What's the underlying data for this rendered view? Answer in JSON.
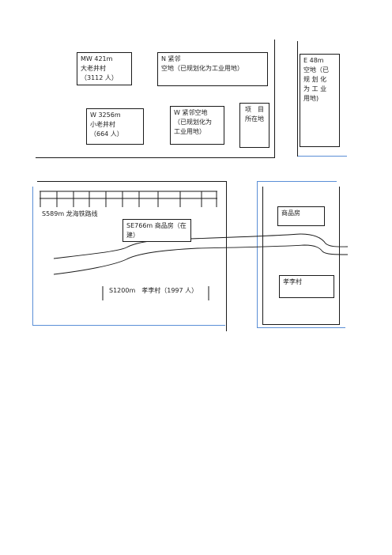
{
  "top_diagram": {
    "mw_box": {
      "distance": "MW 421m",
      "name": "大老井村",
      "population": "（3112 人）"
    },
    "n_box": {
      "direction": "N 紧邻",
      "desc": "空地（已规划化为工业用地）"
    },
    "w_village_box": {
      "distance": "W 3256m",
      "name": "小老井村",
      "population": "（664 人）"
    },
    "w_land_box": {
      "line1": "W 紧邻空地",
      "line2": "（已规划化为",
      "line3": "工业用地）"
    },
    "project_box": {
      "line1": "项　目",
      "line2": "所在地"
    },
    "e_box": {
      "line1": "E 48m",
      "line2": "空地（已",
      "line3": "规 划 化",
      "line4": "为 工 业",
      "line5": "用地)"
    }
  },
  "bottom_diagram": {
    "railway_label": "S589m  龙海铁路线",
    "se_box": {
      "line1": "SE766m  商品房（在",
      "line2": "建）"
    },
    "s_label": "S1200m　孝李村（1997 人）",
    "commercial_box": "商品房",
    "xiaoli_box": "孝李村"
  },
  "colors": {
    "frame": "#1a1a1a",
    "accent_blue": "#5b8fd6"
  }
}
